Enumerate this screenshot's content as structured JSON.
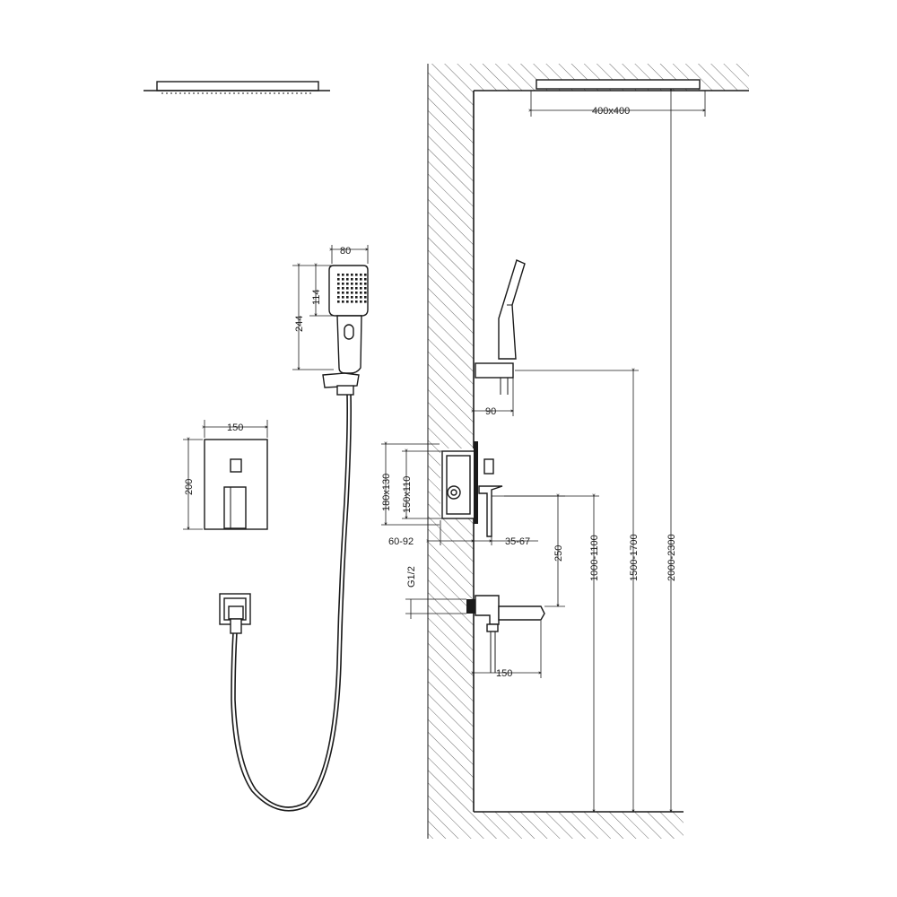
{
  "dimensions": {
    "rain_head_size": "400x400",
    "hand_shower_width": "80",
    "hand_shower_head_height": "114",
    "hand_shower_total_height": "244",
    "panel_width": "150",
    "panel_height": "200",
    "holder_depth": "90",
    "box_size_outer": "180x130",
    "box_size_inner": "150x110",
    "box_depth": "60-92",
    "handle_projection": "35-67",
    "thread": "G1/2",
    "mixer_to_spout": "250",
    "spout_length": "150",
    "mixer_height": "1000-1100",
    "holder_height": "1500-1700",
    "head_height": "2000-2300"
  }
}
